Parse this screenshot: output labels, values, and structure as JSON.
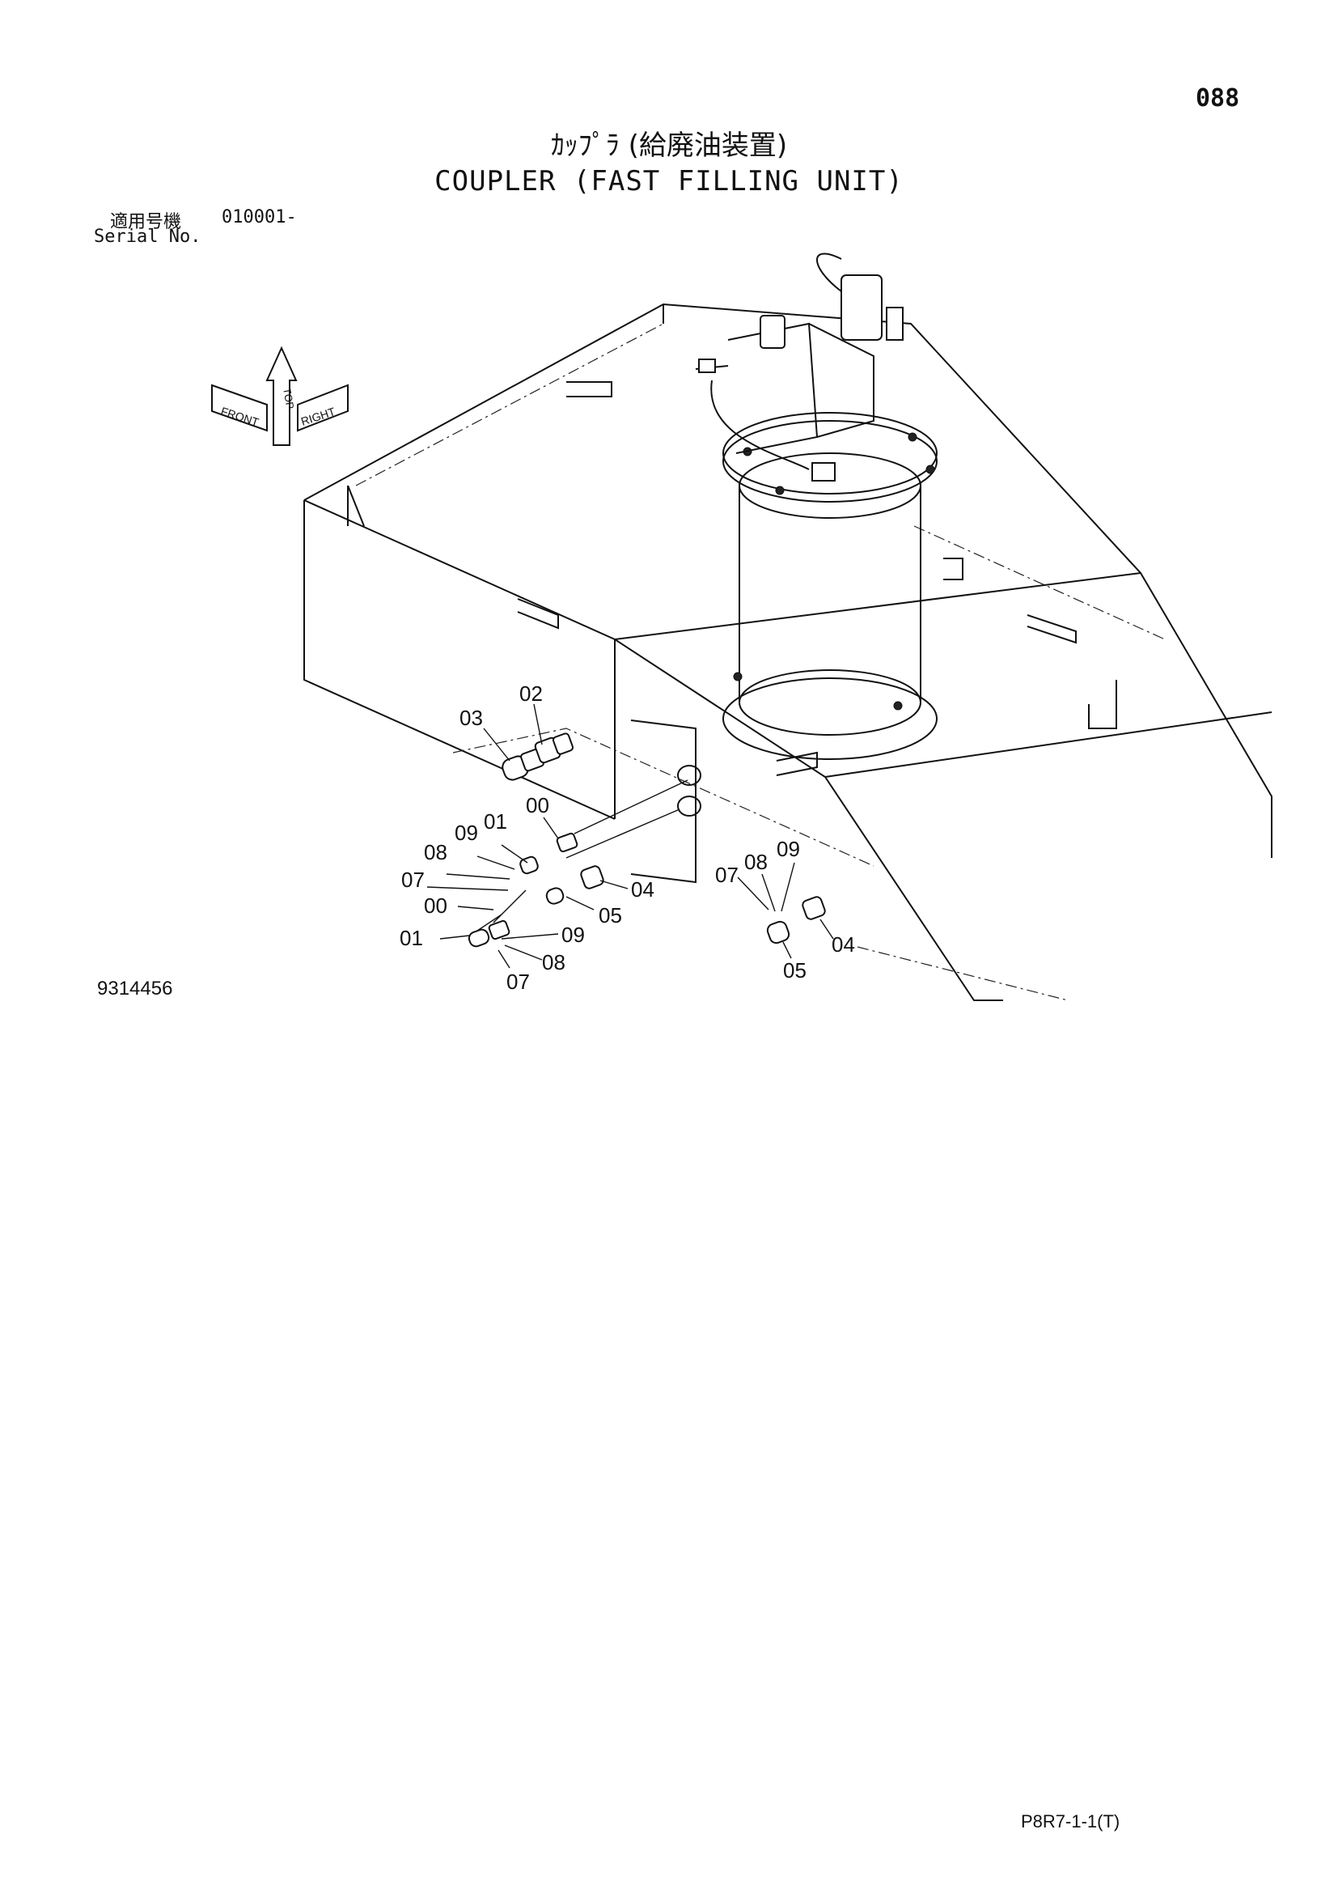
{
  "page_number": "088",
  "title_jp": "ｶｯﾌﾟﾗ (給廃油装置)",
  "title_en": "COUPLER (FAST FILLING UNIT)",
  "serial": {
    "label_jp": "適用号機",
    "value": "010001-",
    "label_en": "Serial No."
  },
  "orientation": {
    "front": "FRONT",
    "right": "RIGHT",
    "top": "TOP"
  },
  "callouts": {
    "c02": "02",
    "c03": "03",
    "c00a": "00",
    "c01a": "01",
    "c09a": "09",
    "c08a": "08",
    "c07a": "07",
    "c04a": "04",
    "c05a": "05",
    "c00b": "00",
    "c01b": "01",
    "c09b": "09",
    "c08b": "08",
    "c07b": "07",
    "c07c": "07",
    "c08c": "08",
    "c09c": "09",
    "c04b": "04",
    "c05b": "05"
  },
  "drawing_number": "9314456",
  "page_code": "P8R7-1-1(T)"
}
